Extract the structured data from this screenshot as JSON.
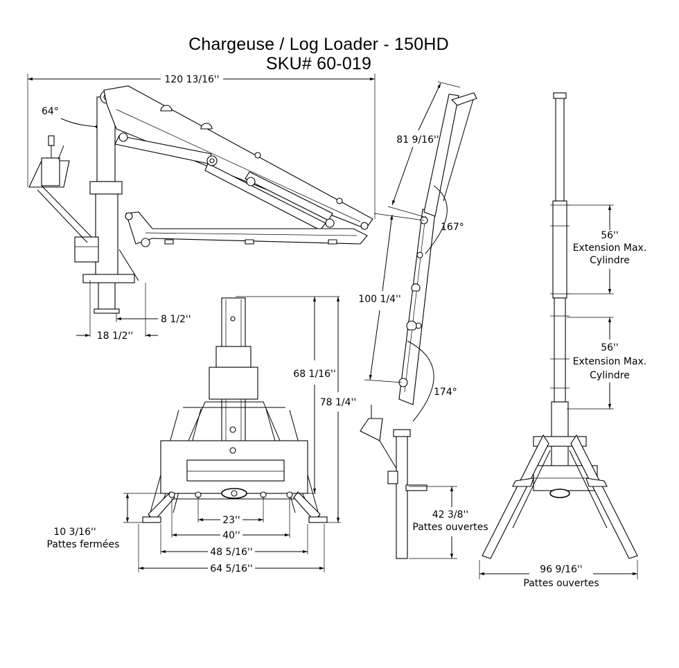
{
  "title": {
    "line1": "Chargeuse / Log Loader - 150HD",
    "line2": "SKU# 60-019"
  },
  "side_view": {
    "overall_length": "120 13/16''",
    "boom_angle": "64°",
    "offset_small": "8 1/2''",
    "base_width": "18 1/2''"
  },
  "front_view": {
    "height_to_pivot": "68 1/16''",
    "overall_height": "78 1/4''",
    "leg_spacing_inner": "23''",
    "leg_spacing_mid": "40''",
    "leg_spacing_outer": "48 5/16''",
    "overall_width": "64 5/16''",
    "closed_leg_height": "10 3/16''",
    "closed_leg_label": "Pattes fermées"
  },
  "raised_view": {
    "upper_boom": "81 9/16''",
    "lower_boom": "100 1/4''",
    "angle_upper": "167°",
    "angle_lower": "174°",
    "open_leg_height": "42 3/8''",
    "open_leg_label": "Pattes ouvertes"
  },
  "extended_view": {
    "extension_upper": "56''",
    "extension_upper_l1": "Extension Max.",
    "extension_upper_l2": "Cylindre",
    "extension_lower": "56''",
    "extension_lower_l1": "Extension Max.",
    "extension_lower_l2": "Cylindre",
    "open_width": "96 9/16''",
    "open_width_label": "Pattes ouvertes"
  }
}
